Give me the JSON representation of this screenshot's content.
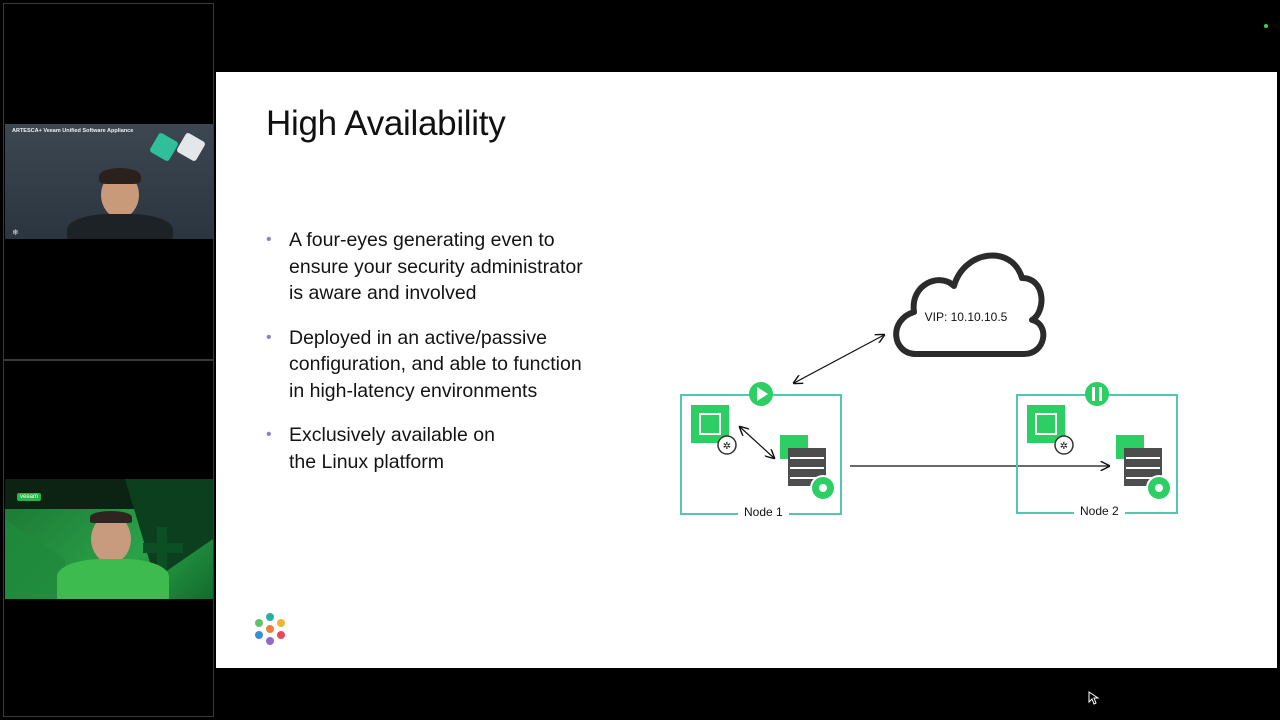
{
  "participants": {
    "top": {
      "video_title": "ARTESCA+ Veeam Unified Software Appliance",
      "snowflake_icon": "snowflake-icon"
    },
    "bottom": {
      "brand_tag": "veeam"
    }
  },
  "slide": {
    "title": "High Availability",
    "bullets": [
      {
        "text": "A four-eyes generating even to\nensure your security administrator\nis aware and involved"
      },
      {
        "text": "Deployed in an active/passive\nconfiguration, and able to function\nin high-latency environments"
      },
      {
        "text": "Exclusively available on\nthe Linux platform"
      }
    ],
    "diagram": {
      "vip_label": "VIP: 10.10.10.5",
      "node1_label": "Node 1",
      "node2_label": "Node 2",
      "node1_state_icon": "play-icon",
      "node2_state_icon": "pause-icon",
      "accent_color": "#2dce63",
      "frame_color": "#52c7b0"
    }
  }
}
